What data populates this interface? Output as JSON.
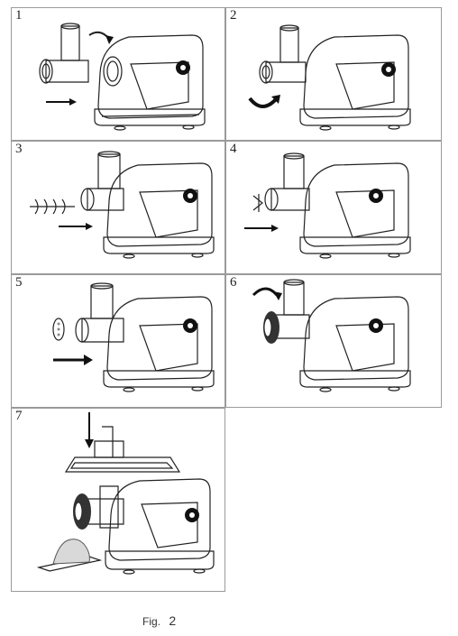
{
  "figure": {
    "caption_label": "Fig.",
    "caption_number": "2"
  },
  "steps": [
    {
      "number": "1",
      "action": "attach-head",
      "arrow": "right-curve"
    },
    {
      "number": "2",
      "action": "lock-head",
      "arrow": "twist"
    },
    {
      "number": "3",
      "action": "insert-screw",
      "arrow": "right"
    },
    {
      "number": "4",
      "action": "insert-blade",
      "arrow": "right"
    },
    {
      "number": "5",
      "action": "insert-plate",
      "arrow": "right"
    },
    {
      "number": "6",
      "action": "screw-ring",
      "arrow": "right-curve"
    },
    {
      "number": "7",
      "action": "place-tray",
      "arrow": "down"
    }
  ]
}
